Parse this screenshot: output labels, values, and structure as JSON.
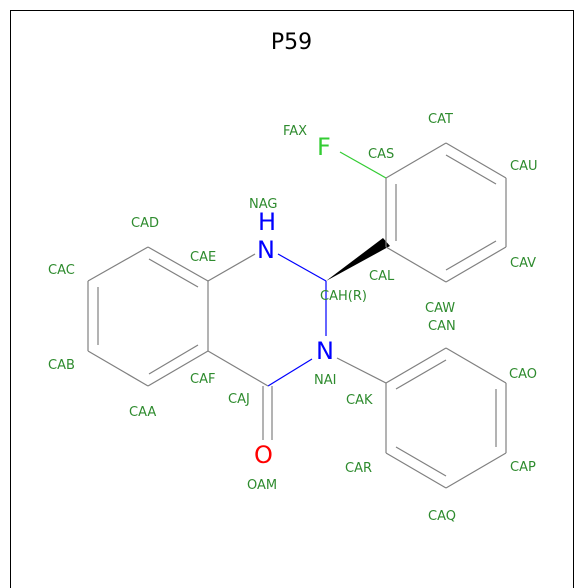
{
  "title": "P59",
  "colors": {
    "label": "#2e8b2e",
    "bond": "#808080",
    "nitrogen": "#0000ff",
    "oxygen": "#ff0000",
    "fluorine": "#33cc33"
  },
  "atoms": {
    "N1": "H",
    "N1b": "N",
    "N2": "N",
    "O": "O",
    "F": "F"
  },
  "labels": {
    "FAX": "FAX",
    "CAT": "CAT",
    "CAS": "CAS",
    "CAU": "CAU",
    "NAG": "NAG",
    "CAD": "CAD",
    "CAE": "CAE",
    "CAC": "CAC",
    "CAL": "CAL",
    "CAV": "CAV",
    "CAH": "CAH(R)",
    "CAW": "CAW",
    "CAN": "CAN",
    "CAB": "CAB",
    "NAI": "NAI",
    "CAO": "CAO",
    "CAF": "CAF",
    "CAJ": "CAJ",
    "CAK": "CAK",
    "CAA": "CAA",
    "CAR": "CAR",
    "CAP": "CAP",
    "OAM": "OAM",
    "CAQ": "CAQ"
  }
}
